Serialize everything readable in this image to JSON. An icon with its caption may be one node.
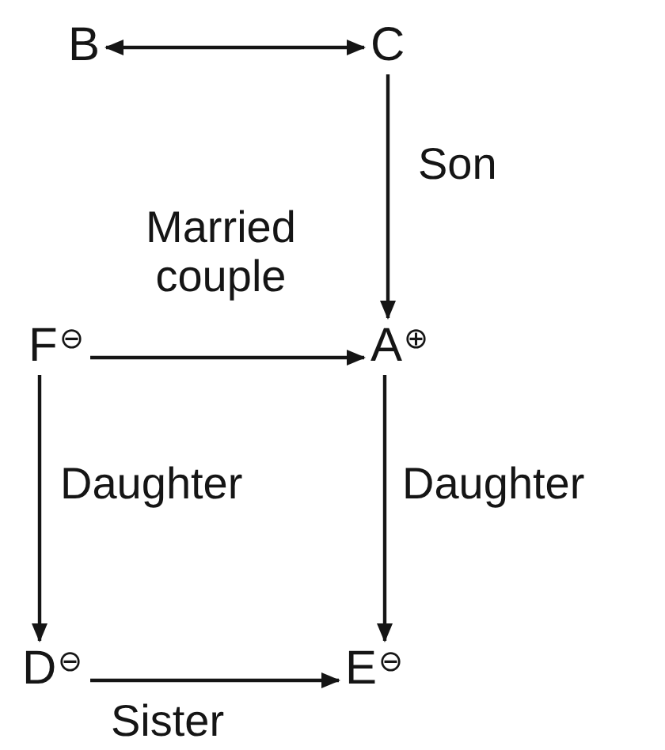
{
  "diagram": {
    "nodes": [
      {
        "text": [
          "B"
        ]
      },
      {
        "text": [
          "C"
        ]
      },
      {
        "text": [
          "A$^{⊕}$"
        ]
      },
      {
        "text": [
          "F$^{⊖}$"
        ]
      },
      {
        "text": [
          "D$^{⊖}$"
        ]
      },
      {
        "text": [
          "E$^{⊖}$"
        ]
      }
    ],
    "edges": [
      {
        "from": 0,
        "to": 1,
        "arrow": "both"
      },
      {
        "from": 1,
        "to": 2,
        "arrow": "to",
        "label": "Son"
      },
      {
        "from": 3,
        "to": 2,
        "arrow": "to",
        "label": "Married couple"
      },
      {
        "from": 3,
        "to": 4,
        "arrow": "to",
        "label": "Daughter"
      },
      {
        "from": 2,
        "to": 5,
        "arrow": "to",
        "label": "Daughter"
      },
      {
        "from": 4,
        "to": 5,
        "arrow": "to",
        "label": "Sister"
      }
    ]
  }
}
